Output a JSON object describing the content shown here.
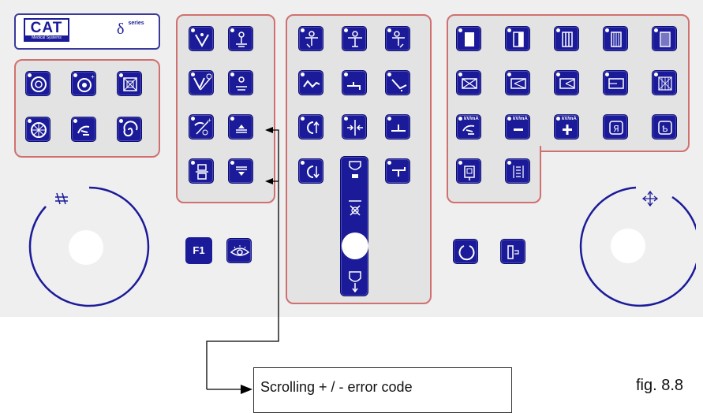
{
  "logo": {
    "brand": "CAT",
    "subtitle": "Medical Systems",
    "series_symbol": "δ",
    "series_word": "series"
  },
  "keys": {
    "f1_label": "F1",
    "kv_ma": "kV/mA"
  },
  "callout": {
    "text": "Scrolling + / - error code"
  },
  "figure": {
    "label": "fig. 8.8"
  },
  "colors": {
    "key_blue": "#1b1b99",
    "group_border": "#d07070",
    "panel": "#efefef"
  }
}
